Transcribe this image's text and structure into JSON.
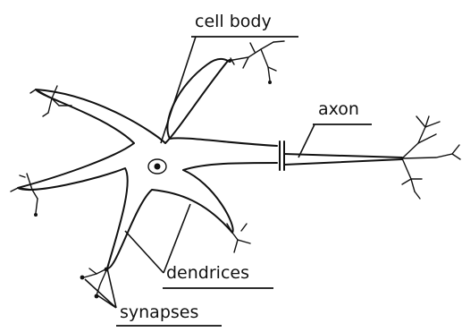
{
  "labels": {
    "cell_body": "cell  body",
    "axon": "axon",
    "dendrices": "dendrices",
    "synapses": "synapses"
  },
  "colors": {
    "ink": "#111111",
    "background": "#ffffff"
  }
}
